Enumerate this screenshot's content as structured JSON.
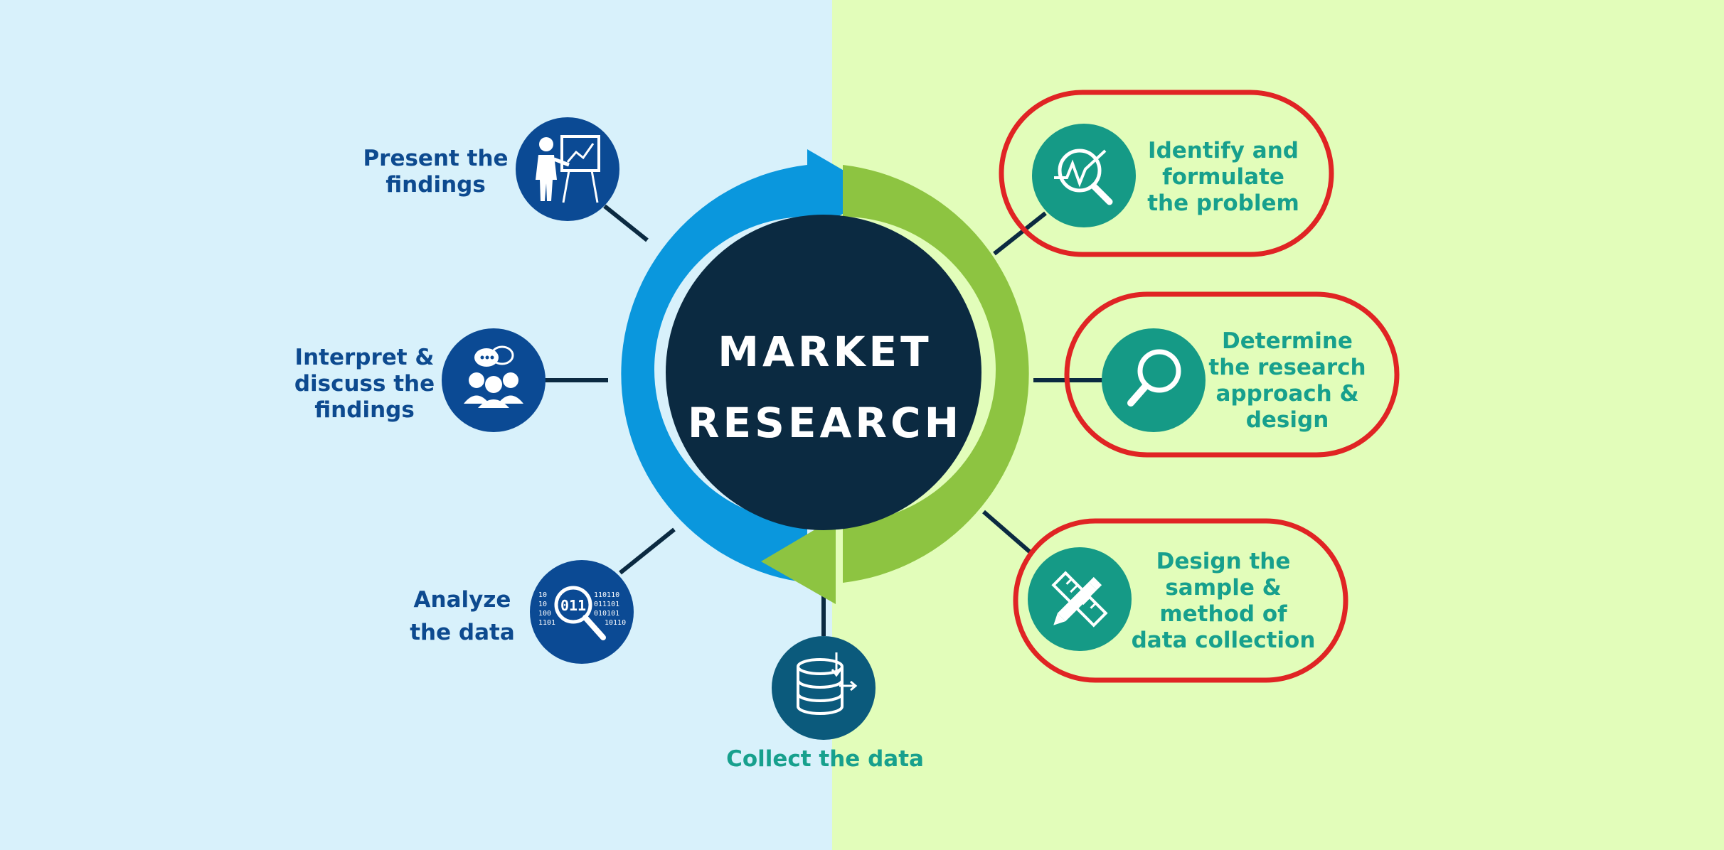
{
  "center": {
    "line1": "MARKET",
    "line2": "RESEARCH"
  },
  "steps": {
    "identify": "Identify and formulate the problem",
    "determine": "Determine the research approach & design",
    "design": "Design the sample & method of data collection",
    "collect": "Collect the data",
    "analyze": "Analyze the data",
    "interpret": "Interpret & discuss the findings",
    "present": "Present the findings"
  },
  "icons": {
    "identify": "magnifier-chart-icon",
    "determine": "magnifier-icon",
    "design": "ruler-pencil-icon",
    "collect": "database-icon",
    "analyze": "binary-magnifier-icon",
    "interpret": "discussion-group-icon",
    "present": "presenter-icon"
  },
  "binary_text": {
    "left": "10 10 100 1101",
    "center": "011",
    "right": "110110 011101 010101 10110"
  },
  "colors": {
    "background_left": "#d8f1fb",
    "background_right": "#e2fdba",
    "arc_blue": "#0a97dd",
    "arc_green": "#8dc441",
    "center_circle": "#0b2a41",
    "icon_blue": "#0b4a94",
    "icon_teal": "#159a86",
    "highlight_outline": "#e02424",
    "text_blue": "#0d4a8f",
    "text_teal": "#17a08d"
  }
}
